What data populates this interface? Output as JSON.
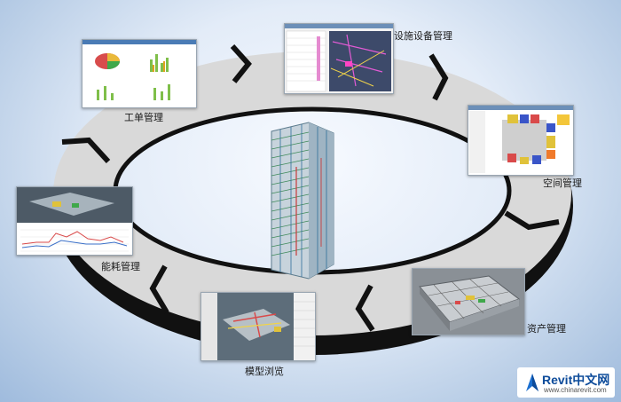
{
  "labels": {
    "work_order": "工单管理",
    "facility": "设施设备管理",
    "space": "空间管理",
    "asset": "资产管理",
    "model_browse": "模型浏览",
    "energy": "能耗管理"
  },
  "logo": {
    "brand": "Revit中文网",
    "url": "www.chinarevit.com"
  },
  "colors": {
    "ring_fill": "#d9d9d9",
    "ring_edge": "#111111",
    "background": "#c9d9ee"
  },
  "icons": [
    "revit-logo-icon",
    "chevron-right-icon"
  ]
}
